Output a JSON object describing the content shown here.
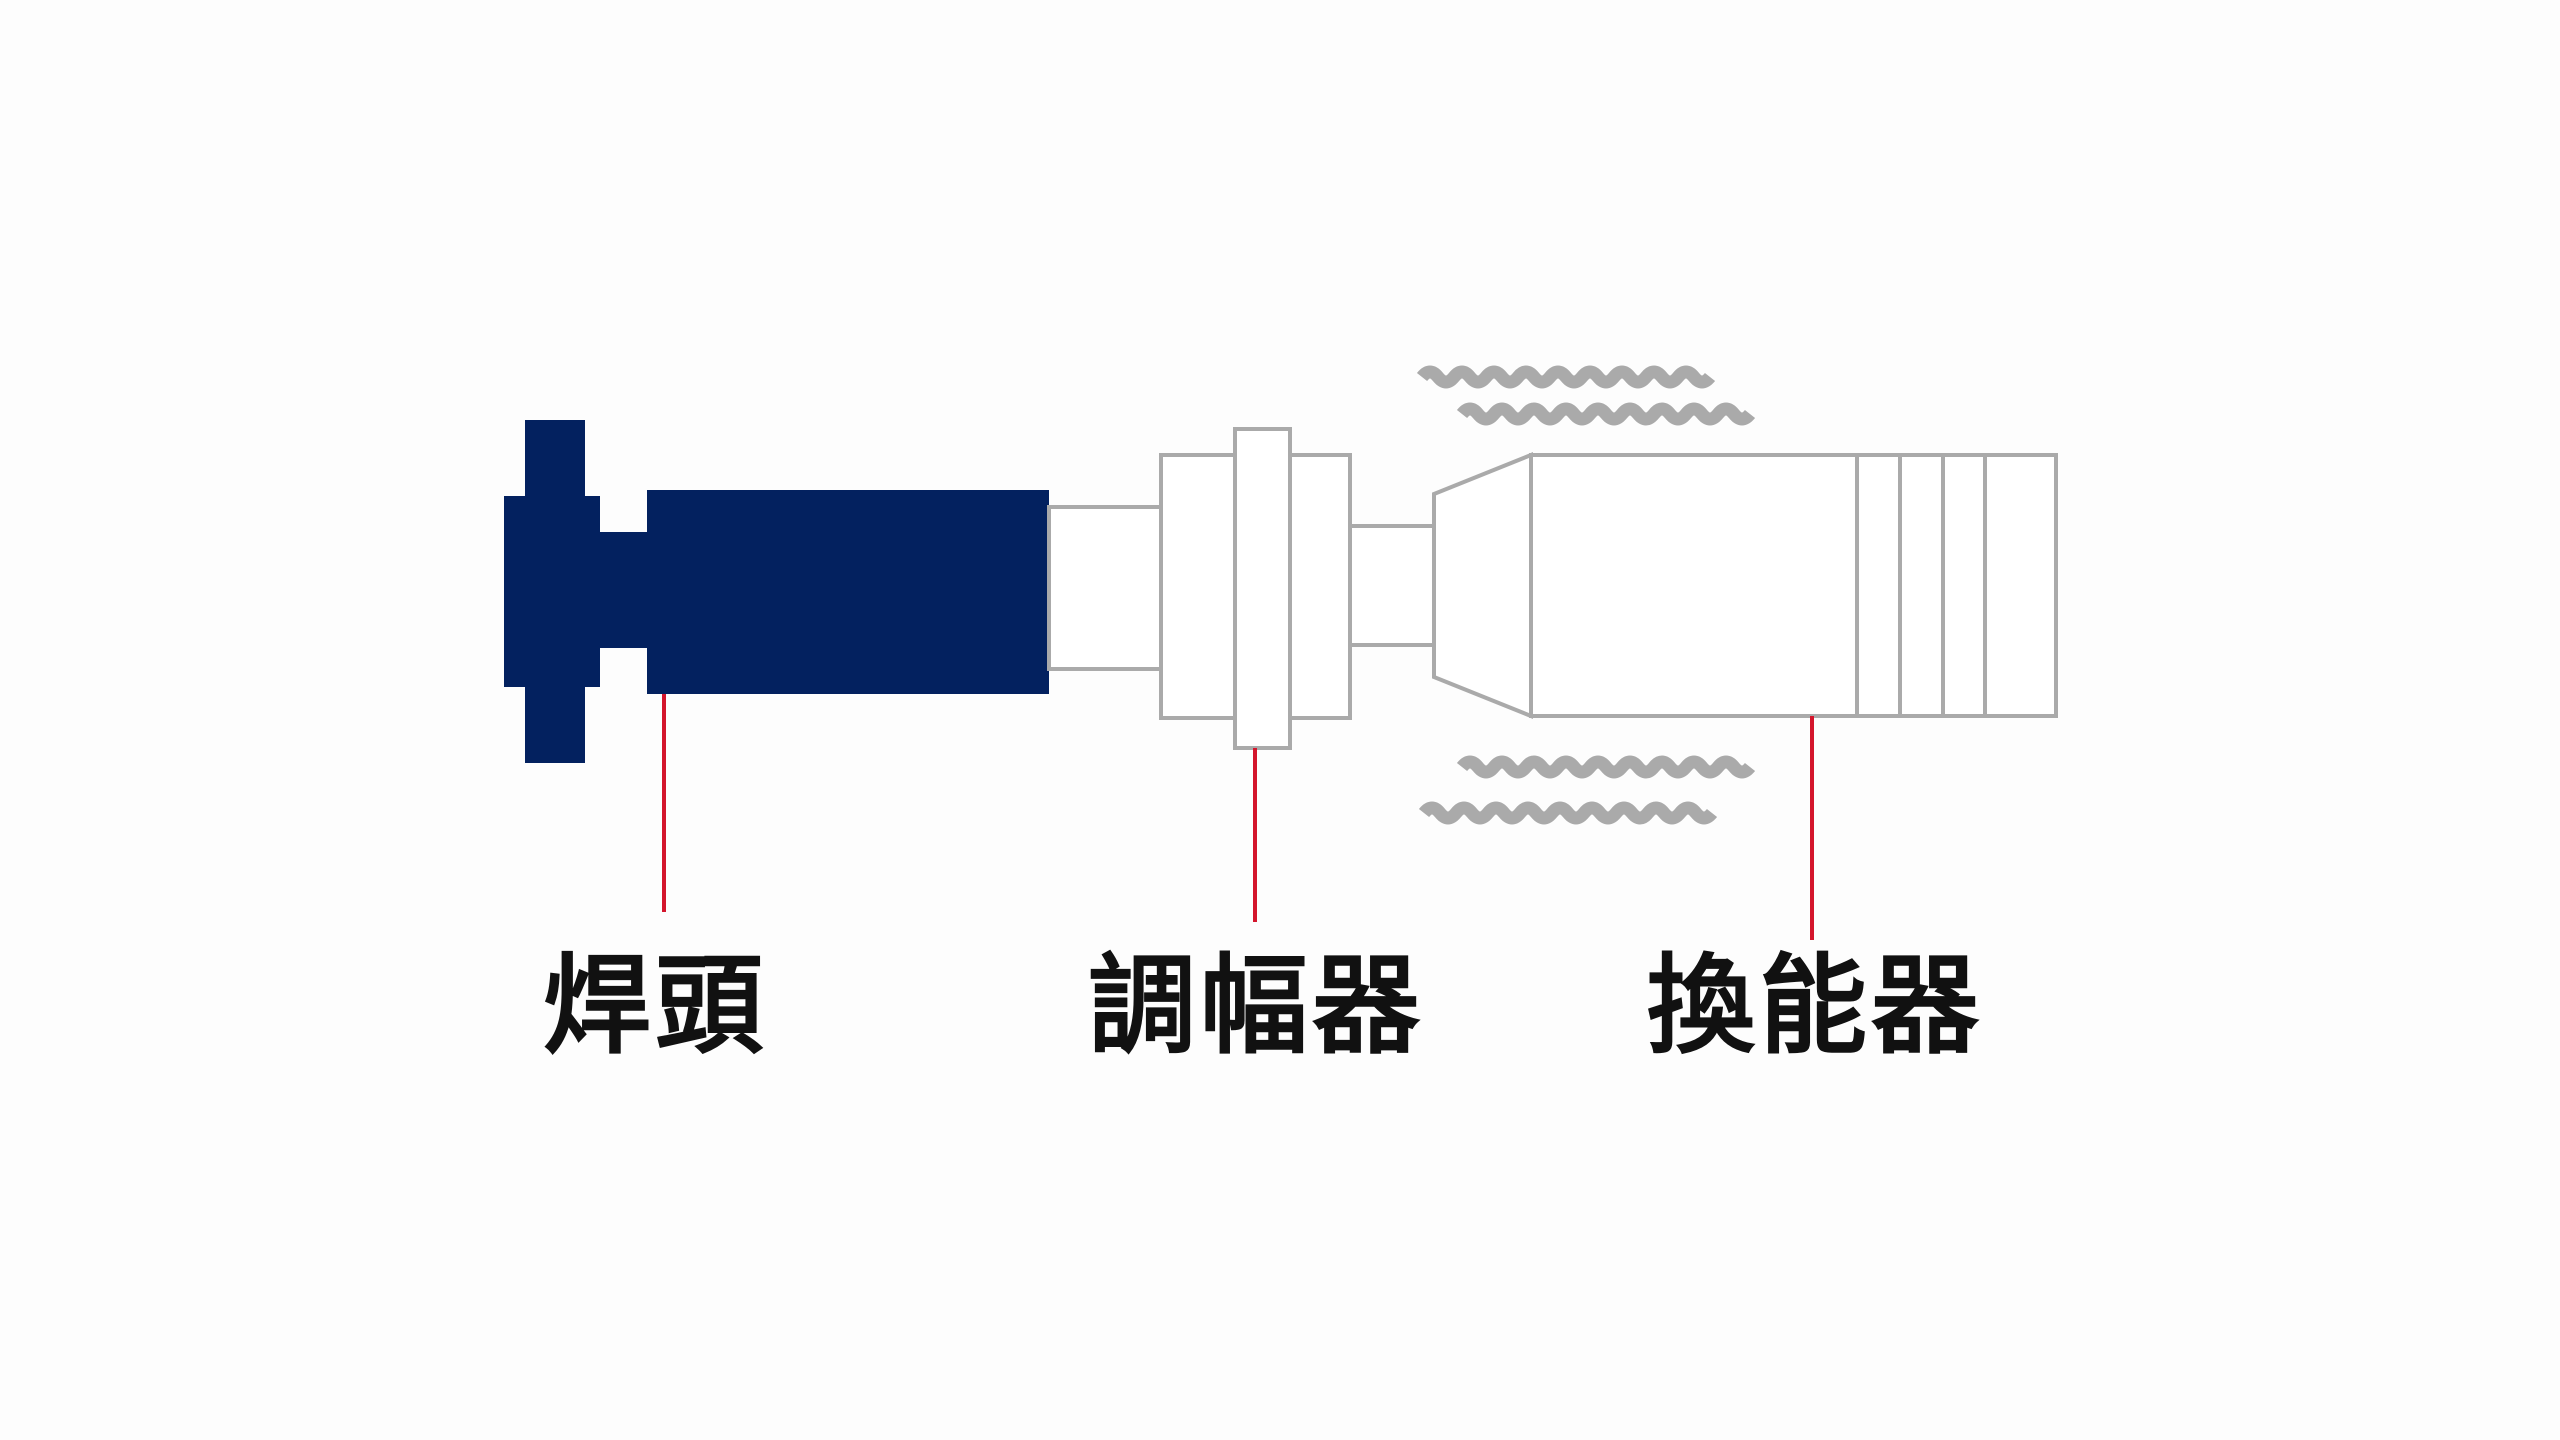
{
  "labels": {
    "horn": "焊頭",
    "booster": "調幅器",
    "converter": "換能器"
  },
  "colors": {
    "background": "#fdfdfd",
    "horn_fill": "#03215f",
    "outline_gray": "#aaaaaa",
    "leader_red": "#d4152c",
    "text": "#111111"
  }
}
